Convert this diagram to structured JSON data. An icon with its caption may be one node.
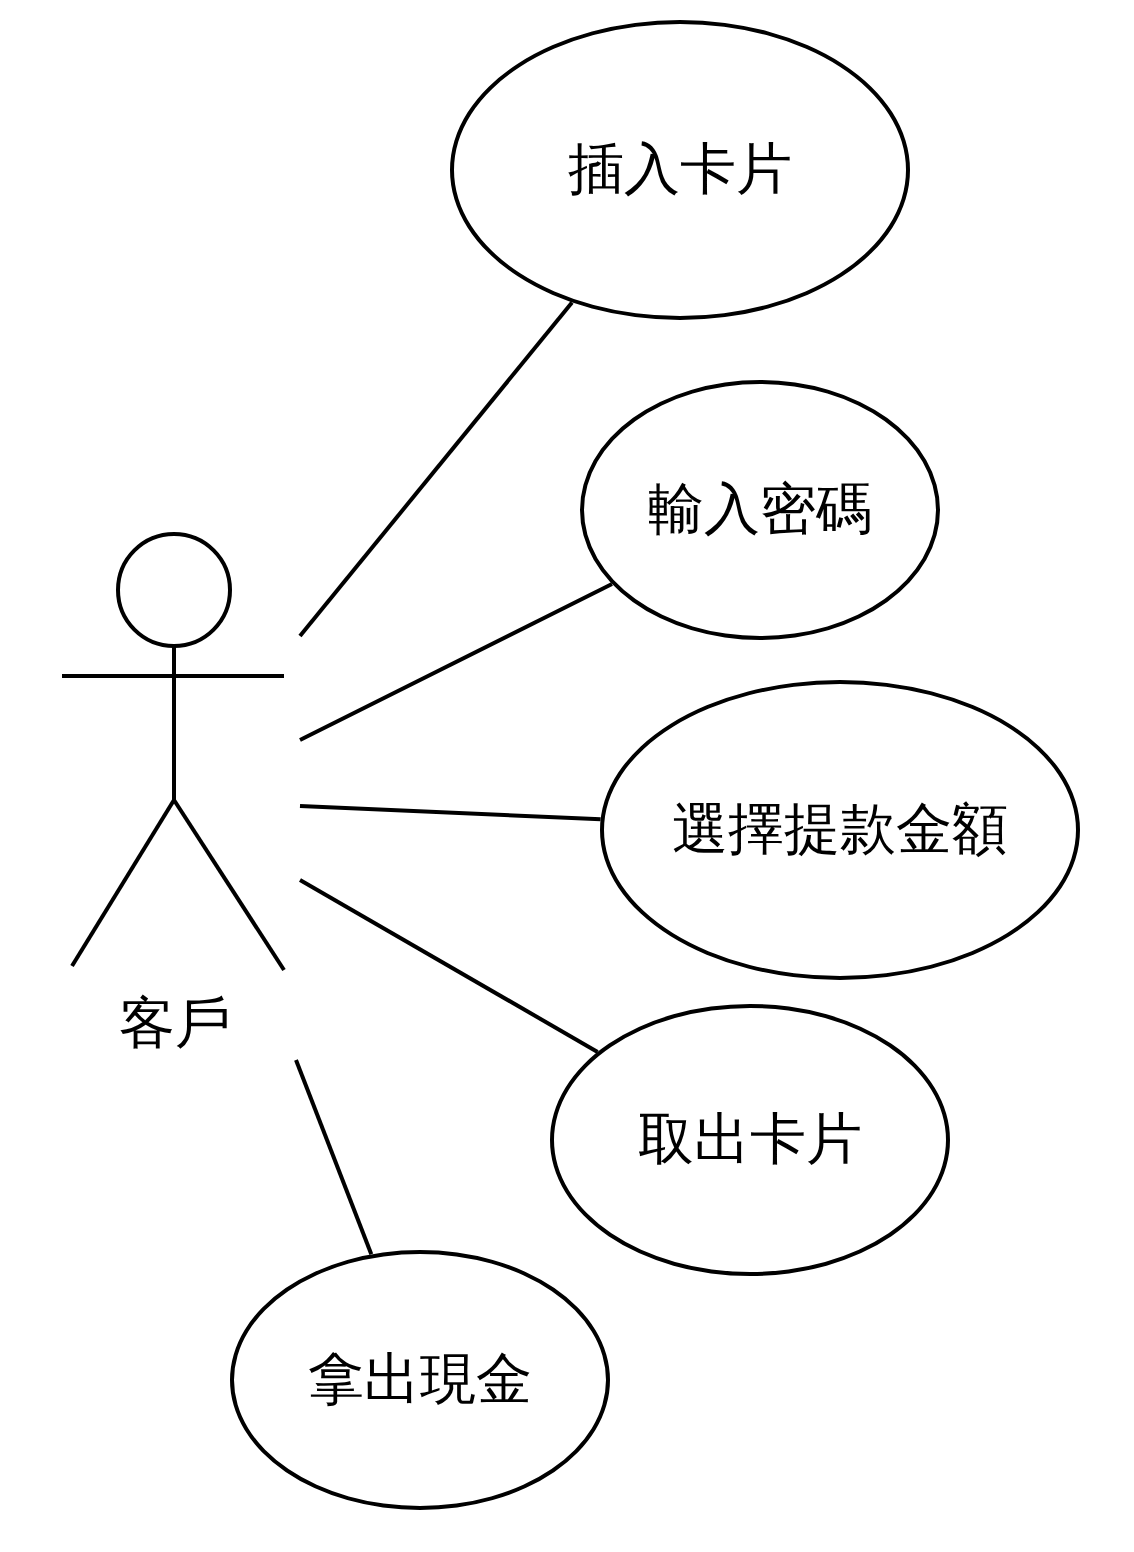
{
  "diagram": {
    "nodes": [
      {
        "text": [
          "客戶"
        ]
      },
      {
        "text": [
          "插入卡片"
        ]
      },
      {
        "text": [
          "輸入密碼"
        ]
      },
      {
        "text": [
          "選擇提款金額"
        ]
      },
      {
        "text": [
          "取出卡片"
        ]
      },
      {
        "text": [
          "拿出現金"
        ]
      }
    ],
    "edges": [
      {
        "from": 0,
        "to": 1,
        "arrow": "none"
      },
      {
        "from": 0,
        "to": 2,
        "arrow": "none"
      },
      {
        "from": 0,
        "to": 3,
        "arrow": "none"
      },
      {
        "from": 0,
        "to": 4,
        "arrow": "none"
      },
      {
        "from": 0,
        "to": 5,
        "arrow": "none"
      }
    ]
  }
}
